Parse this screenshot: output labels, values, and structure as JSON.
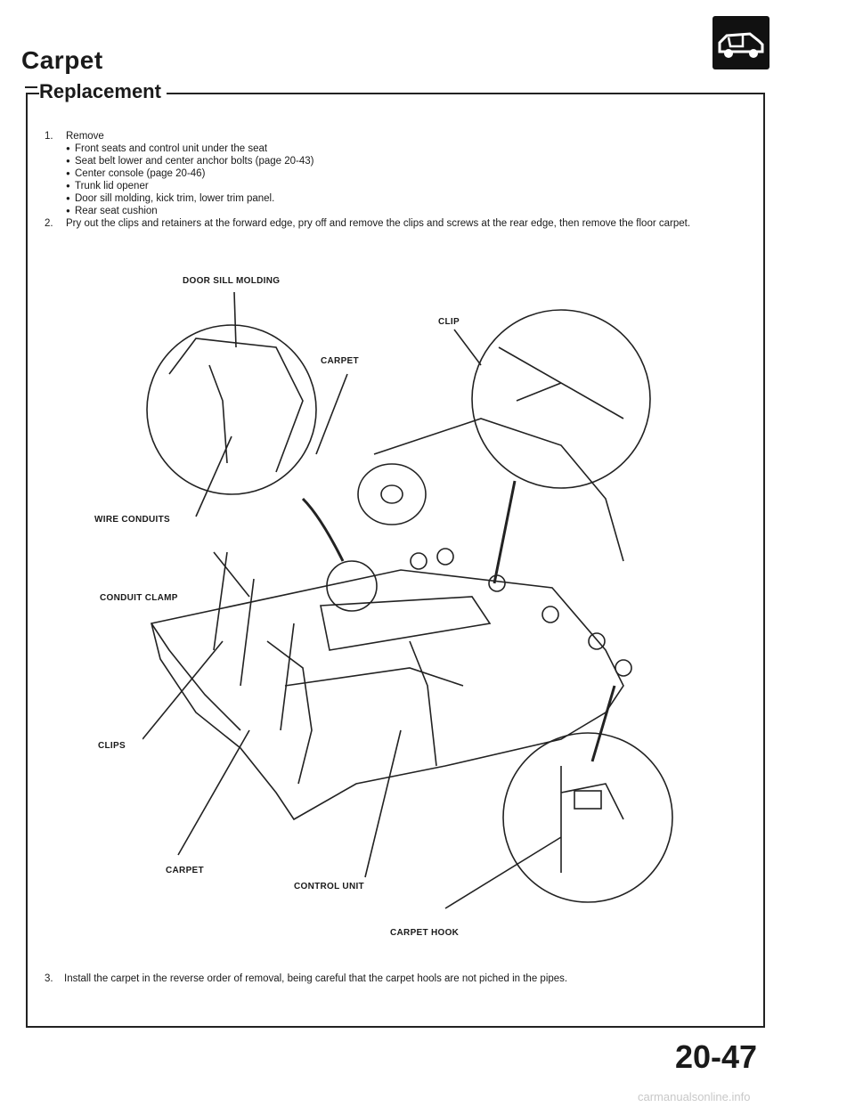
{
  "header": {
    "title": "Carpet",
    "section": "Replacement",
    "badge_icon": "car-icon"
  },
  "steps": [
    {
      "num": "1.",
      "text": "Remove",
      "bullets": [
        "Front seats and control unit under the seat",
        "Seat belt lower and center anchor bolts (page 20-43)",
        "Center console (page 20-46)",
        "Trunk lid opener",
        "Door sill molding, kick trim, lower trim panel.",
        "Rear seat cushion"
      ]
    },
    {
      "num": "2.",
      "text": "Pry out the clips and retainers at the forward edge, pry off and remove the clips and screws at the rear edge, then remove the floor carpet."
    },
    {
      "num": "3.",
      "text": "Install the carpet in the reverse order of removal, being careful that the carpet hools are not piched in the pipes."
    }
  ],
  "figure_labels": {
    "door_sill_molding": "DOOR SILL MOLDING",
    "clip": "CLIP",
    "carpet_top": "CARPET",
    "wire_conduits": "WIRE CONDUITS",
    "conduit_clamp": "CONDUIT CLAMP",
    "clips": "CLIPS",
    "carpet_bottom": "CARPET",
    "control_unit": "CONTROL UNIT",
    "carpet_hook": "CARPET HOOK"
  },
  "footer": {
    "page_number": "20-47",
    "watermark": "carmanualsonline.info"
  }
}
